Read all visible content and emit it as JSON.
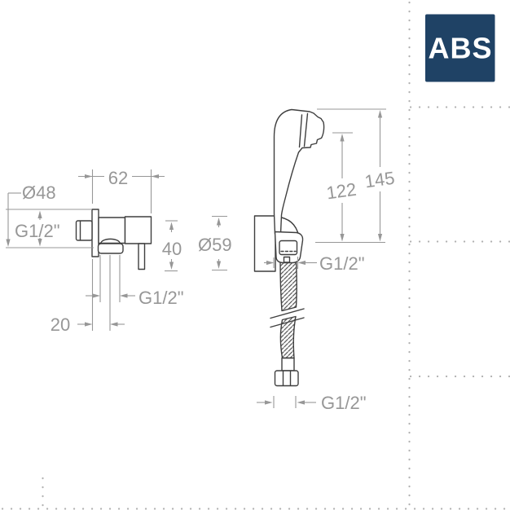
{
  "badge": {
    "label": "ABS"
  },
  "colors": {
    "background": "#ffffff",
    "line": "#3f3f3f",
    "dim": "#979797",
    "grid_dot": "#b1b1b1",
    "badge_bg": "#1f4265",
    "badge_text": "#ffffff"
  },
  "dimensions": {
    "valve": {
      "depth": "62",
      "flange_diameter": "Ø48",
      "inlet_thread": "G1/2\"",
      "outlet_height": "40",
      "outlet_thread": "G1/2\"",
      "outlet_offset": "20"
    },
    "hand_shower": {
      "holder_diameter": "Ø59",
      "height_to_hose_connection": "122",
      "total_height": "145",
      "hose_connection_thread": "G1/2\"",
      "hose_end_thread": "G1/2\""
    }
  }
}
